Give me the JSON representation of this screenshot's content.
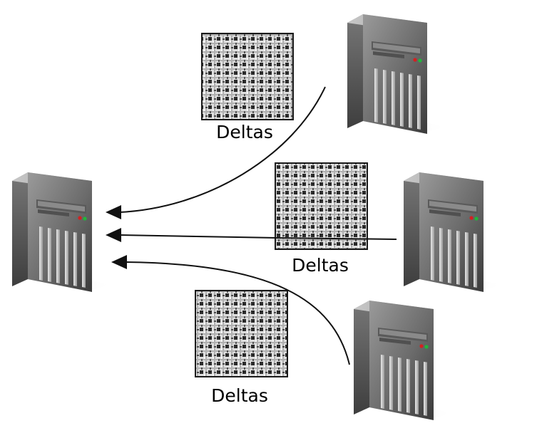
{
  "colors": {
    "background": "#ffffff",
    "arrow": "#111111",
    "matrix_fill": "#d4d4d4",
    "matrix_dark": "#2a2a2a",
    "matrix_light": "#f4f4f4",
    "server_front_light": "#8c8c8c",
    "server_front_dark": "#3c3c3c",
    "server_side": "#5a5a5a",
    "server_top": "#b8b8b8",
    "led_red": "#d42020",
    "led_green": "#1fb83a"
  },
  "icons": {
    "server": "tower-server-icon",
    "delta_matrix": "grid-matrix-icon"
  },
  "deltas": [
    {
      "label": "Deltas"
    },
    {
      "label": "Deltas"
    },
    {
      "label": "Deltas"
    }
  ]
}
